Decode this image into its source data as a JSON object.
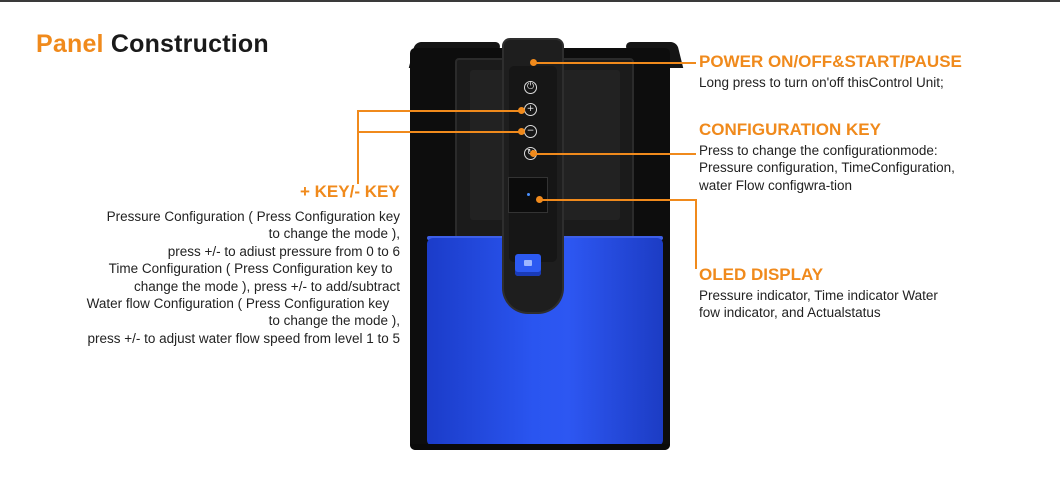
{
  "title": {
    "accent": "Panel",
    "rest": "Construction"
  },
  "power": {
    "heading": "POWER ON/OFF&START/PAUSE",
    "lines": [
      "Long press to turn on'off thisControl Unit;"
    ]
  },
  "config": {
    "heading": "CONFIGURATION KEY",
    "lines": [
      "Press to change the configurationmode:",
      "Pressure configuration, TimeConfiguration,",
      "water Flow configwra-tion"
    ]
  },
  "oled": {
    "heading": "OLED DISPLAY",
    "lines": [
      "Pressure indicator, Time indicator Water",
      "fow indicator, and Actualstatus"
    ]
  },
  "key": {
    "heading": "+ KEY/- KEY",
    "lines": [
      "Pressure Configuration ( Press Configuration key",
      "to change the mode ),",
      "press +/- to adiust pressure from 0 to 6",
      "Time Configuration ( Press Configuration key to",
      "change the mode ), press +/- to add/subtract",
      "Water flow Configuration ( Press Configuration key",
      "to change the mode ),",
      "press +/- to adjust water flow speed from level 1 to 5"
    ]
  },
  "icons": {
    "power_button": "power-icon",
    "plus_button": "plus-icon",
    "minus_button": "minus-icon",
    "config_button": "config-icon"
  },
  "colors": {
    "accent": "#f08a1c",
    "device_blue": "#2a55f0",
    "device_black": "#0d0d0d"
  }
}
